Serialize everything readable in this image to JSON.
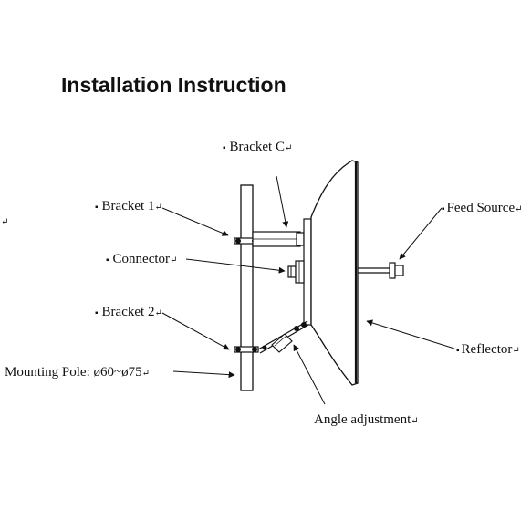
{
  "title": "Installation Instruction",
  "bullet": "▪",
  "return_mark": "↵",
  "labels": {
    "bracket_c": "Bracket    C",
    "bracket_1": "Bracket 1",
    "connector": "Connector",
    "bracket_2": "Bracket 2",
    "mounting_pole": "Mounting Pole:  ø60~ø75",
    "feed_source": "Feed Source",
    "reflector": "Reflector",
    "angle_adjustment": "Angle adjustment"
  },
  "colors": {
    "ink": "#111111",
    "background": "#ffffff"
  }
}
